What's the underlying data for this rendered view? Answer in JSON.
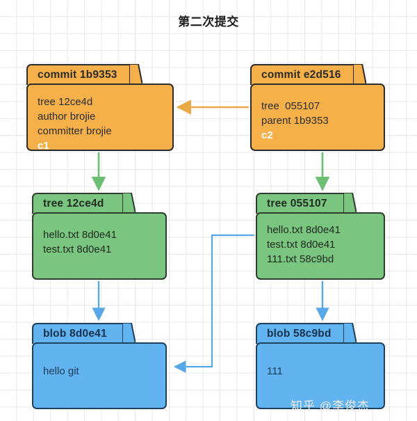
{
  "title": "第二次提交",
  "watermark": "知乎 @李俊杰",
  "colors": {
    "commit": "#f5b04a",
    "tree": "#7ac57f",
    "blob": "#62b4f0",
    "commit_edge": "#e9a945",
    "tree_edge": "#6cbf72",
    "blob_edge": "#57a8e8",
    "grid": "#e8e8e8",
    "background": "#ffffff"
  },
  "nodes": {
    "commit_1b9353": {
      "header": "commit 1b9353",
      "lines": [
        "tree 12ce4d",
        "author brojie",
        "committer brojie"
      ],
      "tag": "c1"
    },
    "commit_e2d516": {
      "header": "commit e2d516",
      "lines": [
        "tree  055107",
        "parent 1b9353"
      ],
      "tag": "c2"
    },
    "tree_12ce4d": {
      "header": "tree 12ce4d",
      "lines": [
        "hello.txt 8d0e41",
        "test.txt 8d0e41"
      ]
    },
    "tree_055107": {
      "header": "tree 055107",
      "lines": [
        "hello.txt 8d0e41",
        "test.txt 8d0e41",
        "111.txt 58c9bd"
      ]
    },
    "blob_8d0e41": {
      "header": "blob 8d0e41",
      "lines": [
        "hello git"
      ]
    },
    "blob_58c9bd": {
      "header": "blob 58c9bd",
      "lines": [
        "111"
      ]
    }
  },
  "edges": [
    {
      "name": "commit-e2d516-to-commit-1b9353",
      "kind": "parent-link",
      "color": "#e9a945"
    },
    {
      "name": "commit-1b9353-to-tree-12ce4d",
      "kind": "tree-link",
      "color": "#6cbf72"
    },
    {
      "name": "commit-e2d516-to-tree-055107",
      "kind": "tree-link",
      "color": "#6cbf72"
    },
    {
      "name": "tree-12ce4d-to-blob-8d0e41",
      "kind": "blob-link",
      "color": "#57a8e8"
    },
    {
      "name": "tree-055107-to-blob-58c9bd",
      "kind": "blob-link",
      "color": "#57a8e8"
    },
    {
      "name": "tree-055107-to-blob-8d0e41",
      "kind": "blob-link",
      "color": "#57a8e8"
    }
  ]
}
